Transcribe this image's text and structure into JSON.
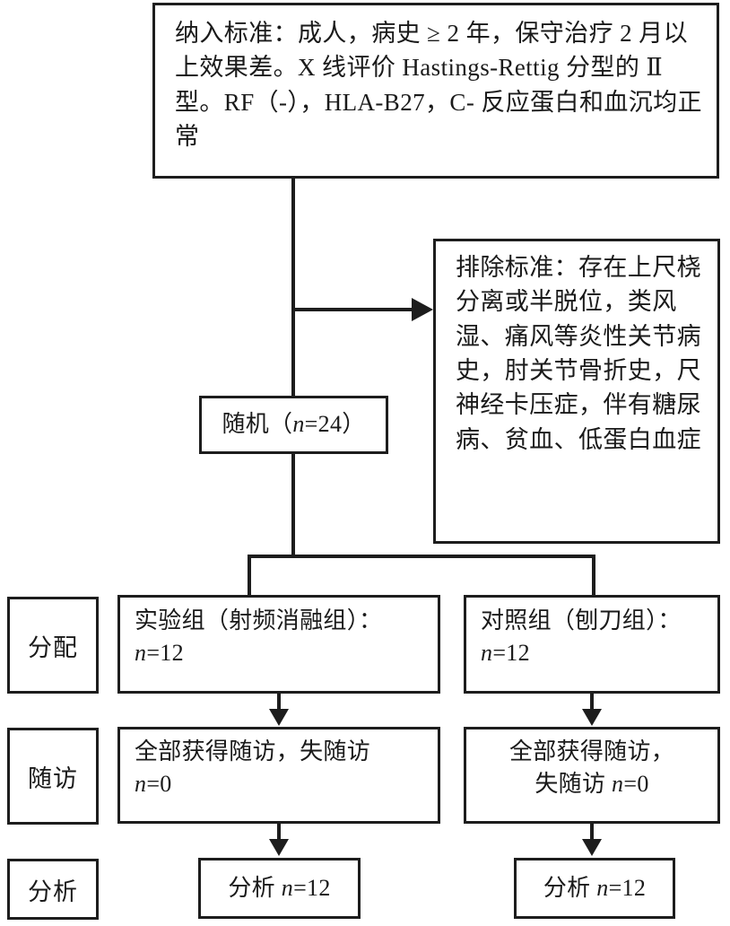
{
  "diagram": {
    "type": "CONSORT-style randomized trial flowchart",
    "language": "zh-CN",
    "colors": {
      "stroke": "#1d1d1d",
      "background": "#ffffff",
      "text": "#1a1a1a"
    }
  },
  "nodes": {
    "inclusion": {
      "id": "inclusion-criteria",
      "text": "纳入标准：成人，病史 ≥ 2 年，保守治疗 2 月以上效果差。X 线评价 Hastings-Rettig 分型的 Ⅱ 型。RF（-），HLA-B27，C- 反应蛋白和血沉均正常"
    },
    "exclusion": {
      "id": "exclusion-criteria",
      "text": "排除标准：存在上尺桡分离或半脱位，类风湿、痛风等炎性关节病史，肘关节骨折史，尺神经卡压症，伴有糖尿病、贫血、低蛋白血症"
    },
    "randomization": {
      "id": "randomization",
      "text": "随机（n=24）",
      "n": 24
    },
    "experimental_group": {
      "id": "experimental-group",
      "text": "实验组（射频消融组）：\nn=12",
      "n": 12
    },
    "control_group": {
      "id": "control-group",
      "text": "对照组（刨刀组）：\nn=12",
      "n": 12
    },
    "experimental_followup": {
      "id": "experimental-followup",
      "text": " 全部获得随访，失随访\nn=0",
      "lost": 0
    },
    "control_followup": {
      "id": "control-followup",
      "text": "全部获得随访，\n失随访 n=0",
      "lost": 0
    },
    "experimental_analysis": {
      "id": "experimental-analysis",
      "text": "分析 n=12",
      "n": 12
    },
    "control_analysis": {
      "id": "control-analysis",
      "text": "分析 n=12",
      "n": 12
    }
  },
  "stage_labels": {
    "allocation": "分配",
    "followup": "随访",
    "analysis": "分析"
  }
}
